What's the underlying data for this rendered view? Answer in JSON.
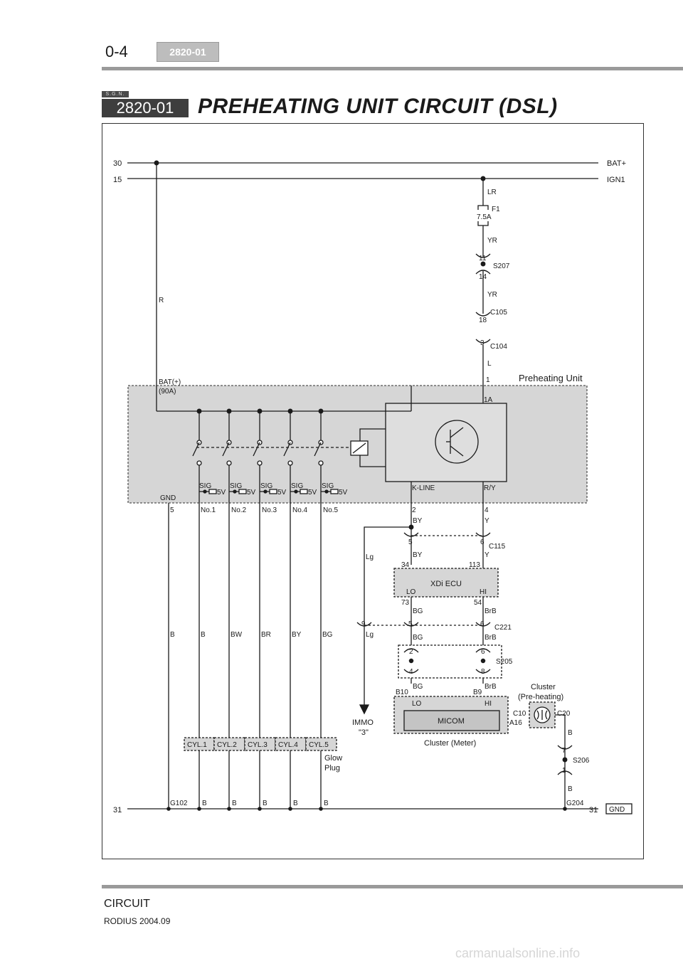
{
  "header": {
    "page_number": "0-4",
    "section_tag": "2820-01",
    "brand_badge": "S.G.N.",
    "section_code": "2820-01",
    "title": "PREHEATING UNIT CIRCUIT (DSL)"
  },
  "rails": {
    "bat_left": "30",
    "bat_right": "BAT+",
    "ign_left": "15",
    "ign_right": "IGN1",
    "gnd_left": "31",
    "gnd_right": "31",
    "gnd_badge": "GND"
  },
  "fuse": {
    "wire_in": "LR",
    "name": "F1",
    "rating": "7.5A",
    "wire_out": "YR"
  },
  "splice_s207": {
    "pin_a": "11",
    "pin_b": "14",
    "name": "S207",
    "wire": "YR"
  },
  "conn_c105": {
    "pin": "18",
    "name": "C105"
  },
  "conn_c104": {
    "pin": "3",
    "name": "C104",
    "wire": "L",
    "unit_pin": "1"
  },
  "wire_r": "R",
  "unit": {
    "name": "Preheating Unit",
    "bat_label": "BAT(+)",
    "bat_rating": "(90A)",
    "pin_1a": "1A",
    "kline": "K-LINE",
    "ry": "R/Y",
    "gnd": "GND",
    "gnd_pin": "5",
    "sig": [
      "SIG",
      "SIG",
      "SIG",
      "SIG",
      "SIG"
    ],
    "volt": [
      "5V",
      "5V",
      "5V",
      "5V",
      "5V"
    ],
    "outputs": [
      "No.1",
      "No.2",
      "No.3",
      "No.4",
      "No.5"
    ],
    "kline_pin": "2",
    "ry_pin": "4"
  },
  "wires_main": {
    "gnd": "B",
    "cyl": [
      "B",
      "BW",
      "BR",
      "BY",
      "BG"
    ],
    "kline": "BY",
    "ry": "Y",
    "lg": "Lg",
    "ground_taps": [
      "B",
      "B",
      "B",
      "B",
      "B"
    ]
  },
  "glow_plugs": {
    "cyls": [
      "CYL.1",
      "CYL.2",
      "CYL.3",
      "CYL.4",
      "CYL.5"
    ],
    "label_1": "Glow",
    "label_2": "Plug"
  },
  "conn_c115": {
    "pin_a": "5",
    "pin_b": "6",
    "name": "C115",
    "wire_a": "BY",
    "wire_b": "Y"
  },
  "ecu": {
    "name": "XDi ECU",
    "pin_in_a": "34",
    "pin_in_b": "113",
    "lo": "LO",
    "hi": "HI",
    "pin_out_a": "73",
    "pin_out_b": "54",
    "wire_a": "BG",
    "wire_b": "BrB"
  },
  "conn_c221": {
    "pin_lg": "9",
    "pin_a": "5",
    "pin_b": "6",
    "name": "C221",
    "wire_lg": "Lg",
    "wire_a": "BG",
    "wire_b": "BrB"
  },
  "splice_s205": {
    "pins": [
      "2",
      "6",
      "4",
      "8"
    ],
    "name": "S205",
    "wire_a": "BG",
    "wire_b": "BrB"
  },
  "micom": {
    "name": "MICOM",
    "pin_a": "B10",
    "pin_b": "B9",
    "lo": "LO",
    "hi": "HI",
    "caption": "Cluster (Meter)"
  },
  "immo": {
    "label": "IMMO",
    "value": "\"3\""
  },
  "cluster": {
    "name_1": "Cluster",
    "name_2": "(Pre-heating)",
    "pin_c10": "C10",
    "pin_c20": "C20",
    "pin_a16": "A16",
    "wire": "B"
  },
  "splice_s206": {
    "pin_a": "7",
    "pin_b": "1",
    "name": "S206",
    "wire": "B"
  },
  "grounds": {
    "left": "G102",
    "right": "G204"
  },
  "footer": {
    "title": "CIRCUIT",
    "model": "RODIUS 2004.09"
  },
  "watermark": "carmanualsonline.info"
}
